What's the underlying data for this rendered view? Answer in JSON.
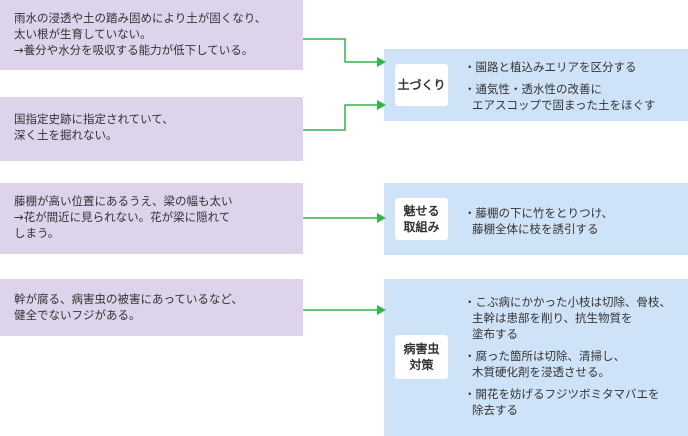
{
  "problems": [
    {
      "lines": [
        "雨水の浸透や土の踏み固めにより土が固くなり、",
        "太い根が生育していない。",
        "→養分や水分を吸収する能力が低下している。"
      ]
    },
    {
      "lines": [
        "国指定史跡に指定されていて、",
        "深く土を掘れない。"
      ]
    },
    {
      "lines": [
        "藤棚が高い位置にあるうえ、梁の幅も太い",
        "→花が間近に見られない。花が梁に隠れて",
        "しまう。"
      ]
    },
    {
      "lines": [
        "幹が腐る、病害虫の被害にあっているなど、",
        "健全でないフジがある。"
      ]
    }
  ],
  "measures": [
    {
      "label_lines": [
        "土づくり"
      ],
      "items": [
        {
          "lines": [
            "・園路と植込みエリアを区分する"
          ]
        },
        {
          "lines": [
            "・通気性・透水性の改善に",
            "エアスコップで固まった土をほぐす"
          ]
        }
      ]
    },
    {
      "label_lines": [
        "魅せる",
        "取組み"
      ],
      "items": [
        {
          "lines": [
            "・藤棚の下に竹をとりつけ、",
            "藤棚全体に枝を誘引する"
          ]
        }
      ]
    },
    {
      "label_lines": [
        "病害虫",
        "対策"
      ],
      "items": [
        {
          "lines": [
            "・こぶ病にかかった小枝は切除、骨枝、",
            "主幹は患部を削り、抗生物質を",
            "塗布する"
          ]
        },
        {
          "lines": [
            "・腐った箇所は切除、清掃し、",
            "木質硬化剤を浸透させる。"
          ]
        },
        {
          "lines": [
            "・開花を妨げるフジツボミタマバエを",
            "除去する"
          ]
        }
      ]
    }
  ],
  "colors": {
    "problem_bg": "#ddd3eb",
    "measure_bg": "#cfe3f8",
    "badge_bg": "#ffffff",
    "arrow": "#33b34a",
    "text": "#333333"
  }
}
